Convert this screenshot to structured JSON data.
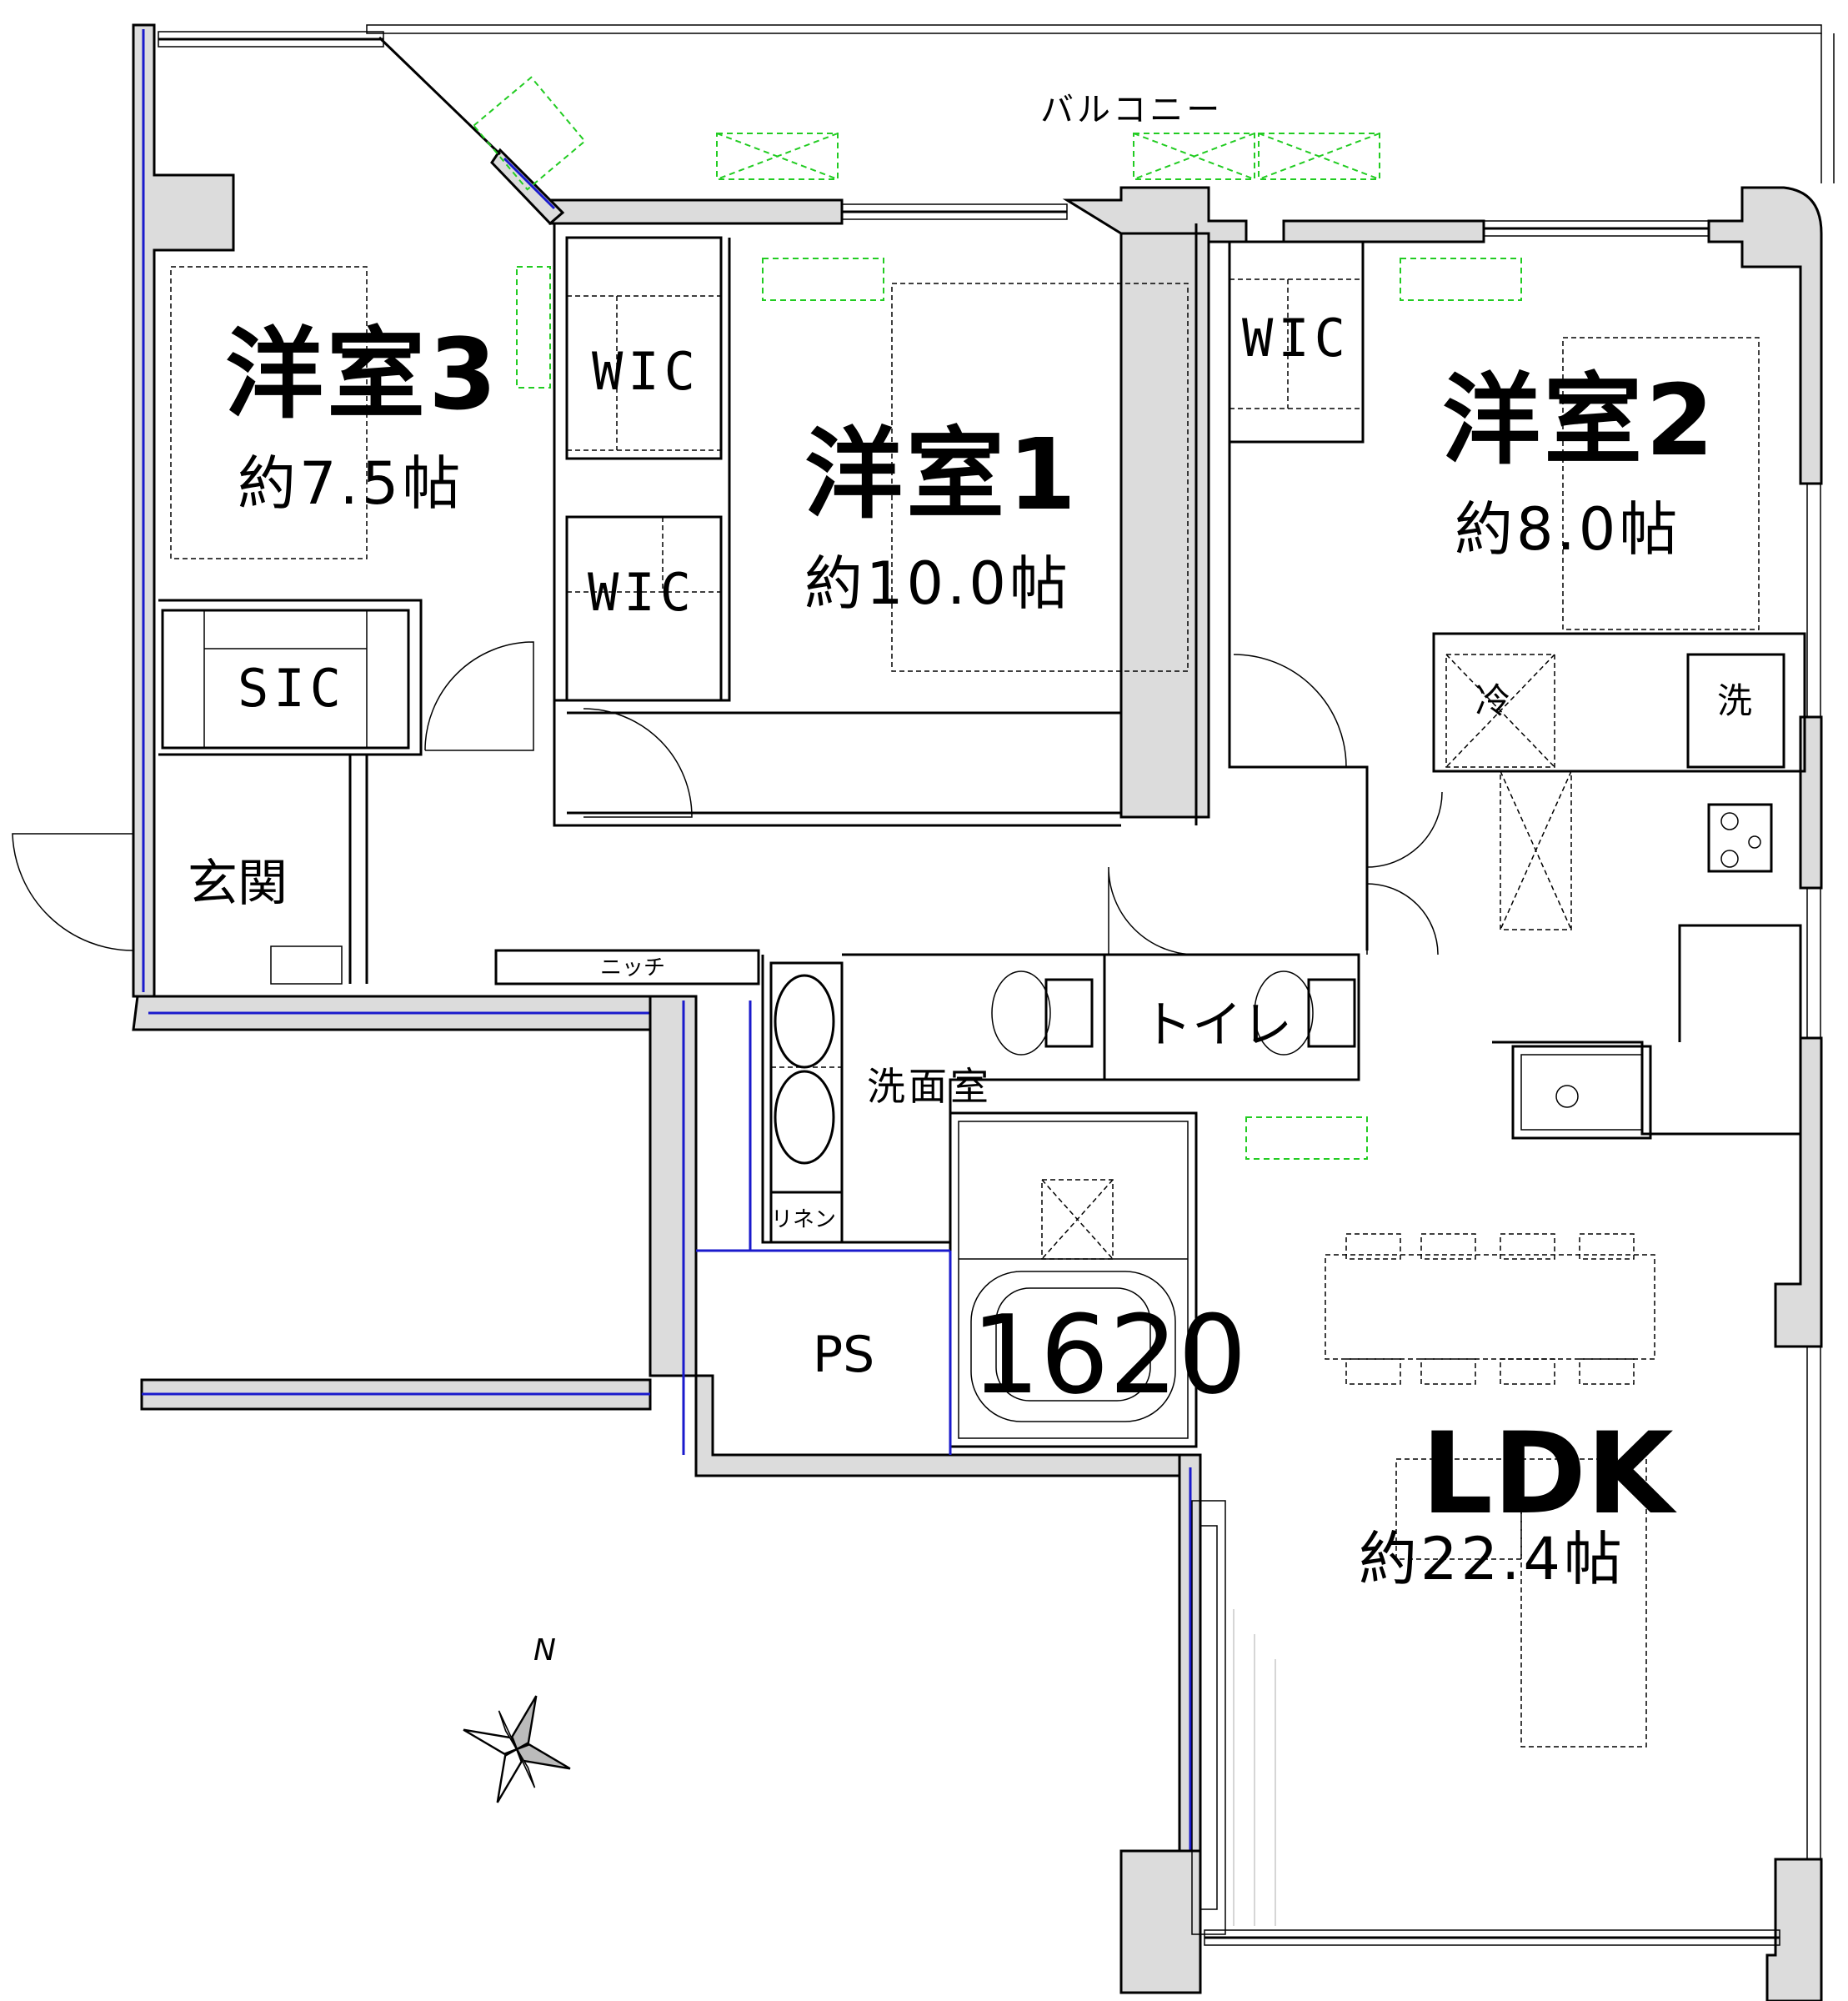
{
  "plan": {
    "balcony": "バルコニー",
    "rooms": [
      {
        "id": "western3",
        "name": "洋室3",
        "area": "約7.5帖"
      },
      {
        "id": "western1",
        "name": "洋室1",
        "area": "約10.0帖"
      },
      {
        "id": "western2",
        "name": "洋室2",
        "area": "約8.0帖"
      },
      {
        "id": "ldk",
        "name": "LDK",
        "area": "約22.4帖"
      }
    ],
    "closets": {
      "wic_upper": "WIC",
      "wic_lower": "WIC",
      "wic_room2": "WIC",
      "sic": "SIC",
      "linen": "リネン"
    },
    "spaces": {
      "entrance": "玄関",
      "niche": "ニッチ",
      "washroom": "洗面室",
      "toilet": "トイレ",
      "ps": "PS",
      "bathtub": "1620",
      "fridge": "冷",
      "washer": "洗"
    },
    "compass": {
      "label": "N"
    }
  },
  "colors": {
    "wall_fill": "#dcdcdc",
    "wall_outline": "#000000",
    "insulation_line": "#1a1acc",
    "ventilation": "#22cc22"
  }
}
